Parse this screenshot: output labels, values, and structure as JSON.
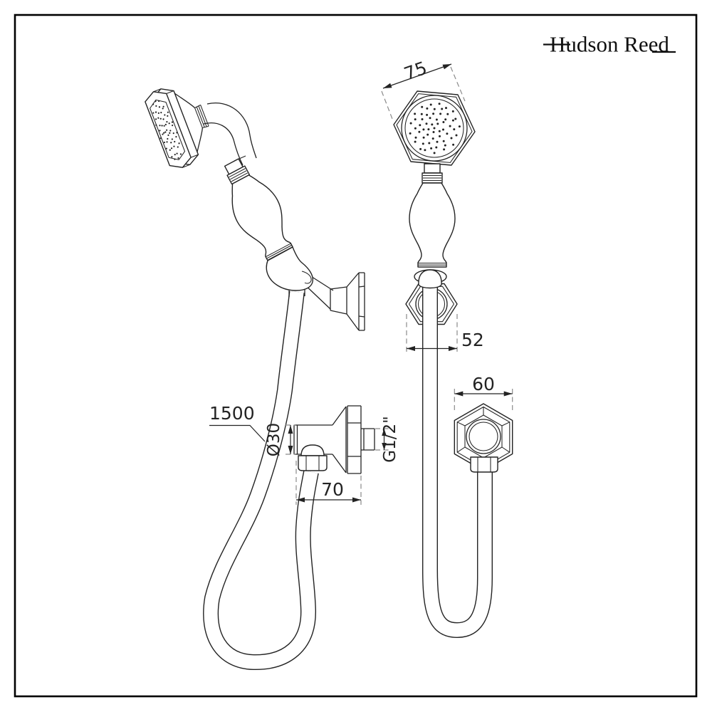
{
  "logo": {
    "brand": "Hudson Reed"
  },
  "dimensions": {
    "head_width": "75",
    "bracket_width": "52",
    "outlet_width": "60",
    "outlet_projection": "70",
    "connector_diameter": "Ø30",
    "thread_size": "G1/2\"",
    "hose_length": "1500"
  },
  "colors": {
    "line": "#232323",
    "dashed_extension": "#8a8a8a",
    "frame": "#000000",
    "background": "#ffffff"
  }
}
